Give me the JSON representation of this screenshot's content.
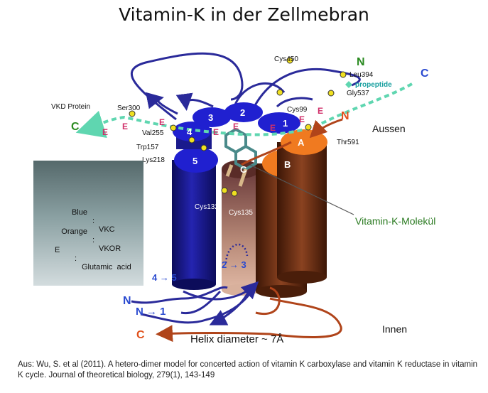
{
  "title": "Vitamin-K in der Zellmebran",
  "labels": {
    "vkd_protein": "VKD Protein",
    "ser300": "Ser300",
    "val255": "Val255",
    "trp157": "Trp157",
    "lys218": "Lys218",
    "cys450": "Cys450",
    "leu394": "Leu394",
    "propeptide": "propeptide",
    "gly537": "Gly537",
    "cys99": "Cys99",
    "thr591": "Thr591",
    "cys132": "Cys132",
    "cys135": "Cys135",
    "n_top": "N",
    "c_top": "C",
    "c_left": "C",
    "n_orange": "N",
    "aussen": "Aussen",
    "innen": "Innen",
    "vitamin_k_molekuel": "Vitamin-K-Molekül",
    "four_to_five": "4 → 5",
    "two_to_three": "2 → 3",
    "n_bottom": "N",
    "n_to_one": "N → 1",
    "c_bottom": "C",
    "helix_diameter": "Helix  diameter  ~  7Å"
  },
  "helix_numbers": [
    "1",
    "2",
    "3",
    "4",
    "5"
  ],
  "helix_letters": [
    "A",
    "B",
    "C"
  ],
  "e_marker": "E",
  "legend": {
    "rows": [
      {
        "key": "Blue",
        "sep": ":",
        "value": "VKC"
      },
      {
        "key": "Orange",
        "sep": ":",
        "value": "VKOR"
      },
      {
        "key": "E",
        "sep": ":",
        "value": "Glutamic  acid"
      }
    ]
  },
  "source": "Aus: Wu, S. et al (2011). A hetero-dimer model for concerted action of vitamin K carboxylase and vitamin K reductase in vitamin K cycle. Journal of theoretical biology, 279(1), 143-149",
  "colors": {
    "blue_helix": "#1a1a8c",
    "blue_top": "#2020d0",
    "orange": "#f07a20",
    "brown": "#6a2e12",
    "loop": "#2a2a9a",
    "green": "#2a7a20",
    "teal": "#5fd6b0",
    "e_marker": "#d0306a",
    "residue": "#f0e020"
  }
}
